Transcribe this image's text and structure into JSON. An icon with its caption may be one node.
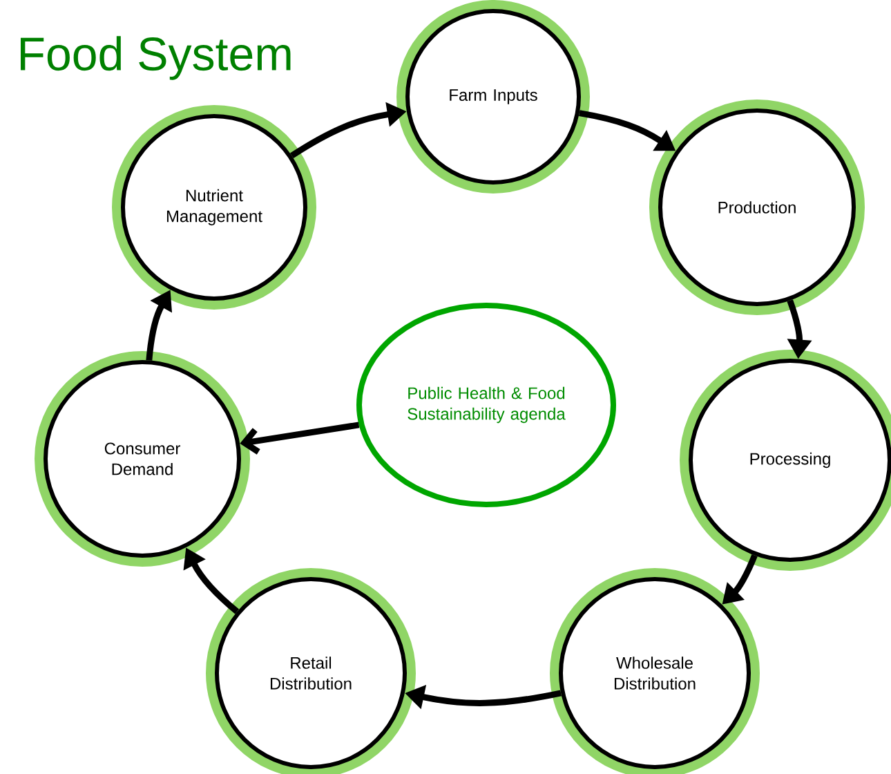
{
  "diagram": {
    "title": "Food System",
    "nodes": [
      {
        "text": [
          "Farm Inputs"
        ]
      },
      {
        "text": [
          "Production"
        ]
      },
      {
        "text": [
          "Processing"
        ]
      },
      {
        "text": [
          "Wholesale Distribution"
        ]
      },
      {
        "text": [
          "Retail Distribution"
        ]
      },
      {
        "text": [
          "Consumer Demand"
        ]
      },
      {
        "text": [
          "Nutrient Management"
        ]
      },
      {
        "text": [
          "Public Health & Food Sustainability agenda"
        ]
      }
    ],
    "edges": [
      {
        "from": 0,
        "to": 1,
        "arrow": "to"
      },
      {
        "from": 1,
        "to": 2,
        "arrow": "to"
      },
      {
        "from": 2,
        "to": 3,
        "arrow": "to"
      },
      {
        "from": 3,
        "to": 4,
        "arrow": "to"
      },
      {
        "from": 4,
        "to": 5,
        "arrow": "to"
      },
      {
        "from": 5,
        "to": 6,
        "arrow": "to"
      },
      {
        "from": 6,
        "to": 0,
        "arrow": "to"
      },
      {
        "from": 7,
        "to": 5,
        "arrow": "to"
      }
    ]
  }
}
